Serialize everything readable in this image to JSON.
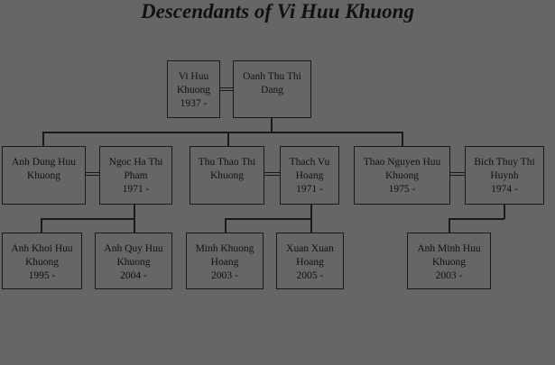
{
  "title": "Descendants of Vi Huu Khuong",
  "people": {
    "vi": {
      "name": "Vi Huu Khuong",
      "dates": "1937 -"
    },
    "oanh": {
      "name": "Oanh Thu Thi Dang",
      "dates": ""
    },
    "anhdung": {
      "name": "Anh Dung Huu Khuong",
      "dates": ""
    },
    "ngoc": {
      "name": "Ngoc Ha Thi Pham",
      "dates": "1971 -"
    },
    "thuthao": {
      "name": "Thu Thao Thi Khuong",
      "dates": ""
    },
    "thach": {
      "name": "Thach Vu Hoang",
      "dates": "1971 -"
    },
    "thaonguyen": {
      "name": "Thao Nguyen Huu Khuong",
      "dates": "1975 -"
    },
    "bich": {
      "name": "Bich Thuy Thi Huynh",
      "dates": "1974 -"
    },
    "anhkhoi": {
      "name": "Anh Khoi Huu Khuong",
      "dates": "1995 -"
    },
    "anhquy": {
      "name": "Anh Quy Huu Khuong",
      "dates": "2004 -"
    },
    "minh": {
      "name": "Minh Khuong Hoang",
      "dates": "2003 -"
    },
    "xuan": {
      "name": "Xuan Xuan Hoang",
      "dates": "2005 -"
    },
    "anhminh": {
      "name": "Anh Minh Huu Khuong",
      "dates": "2003 -"
    }
  }
}
